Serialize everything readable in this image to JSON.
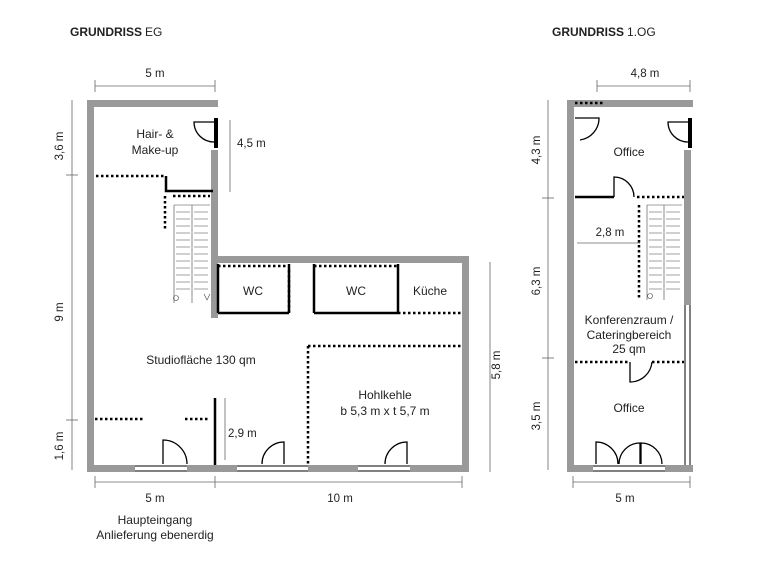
{
  "eg": {
    "title_bold": "GRUNDRISS",
    "title_rest": "EG",
    "dim_top": "5 m",
    "dim_left_upper": "3,6 m",
    "dim_left_mid": "9 m",
    "dim_left_lower": "1,6 m",
    "dim_hair": "4,5 m",
    "dim_right": "5,8 m",
    "dim_bottom_left": "5 m",
    "dim_bottom_right": "10 m",
    "dim_inner": "2,9 m",
    "room_hair_line1": "Hair- &",
    "room_hair_line2": "Make-up",
    "room_wc1": "WC",
    "room_wc2": "WC",
    "room_kitchen": "Küche",
    "room_studio": "Studiofläche 130 qm",
    "room_hohlkehle_line1": "Hohlkehle",
    "room_hohlkehle_line2": "b 5,3 m x t 5,7 m",
    "entrance_line1": "Haupteingang",
    "entrance_line2": "Anlieferung ebenerdig"
  },
  "og": {
    "title_bold": "GRUNDRISS",
    "title_rest": "1.OG",
    "dim_top": "4,8 m",
    "dim_left_upper": "4,3 m",
    "dim_left_mid": "6,3 m",
    "dim_left_lower": "3,5 m",
    "dim_bottom": "5 m",
    "dim_inner": "2,8 m",
    "room_office_top": "Office",
    "room_conf_line1": "Konferenzraum /",
    "room_conf_line2": "Cateringbereich",
    "room_conf_line3": "25 qm",
    "room_office_bottom": "Office"
  },
  "colors": {
    "wall": "#999999",
    "wall_dark": "#000000"
  }
}
